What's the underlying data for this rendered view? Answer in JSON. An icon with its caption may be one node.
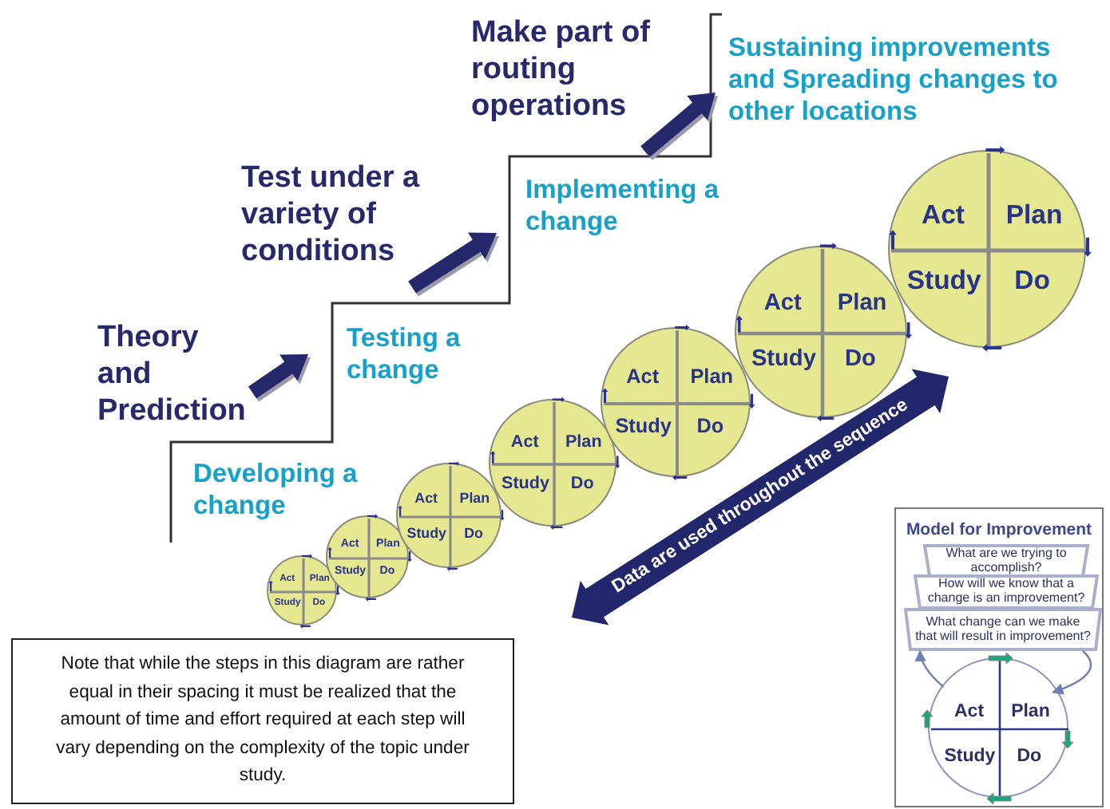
{
  "diagram": {
    "nodes": [
      {
        "text": [
          "Act",
          "Plan",
          "Study",
          "Do"
        ]
      },
      {
        "text": [
          "Act",
          "Plan",
          "Study",
          "Do"
        ]
      },
      {
        "text": [
          "Act",
          "Plan",
          "Study",
          "Do"
        ]
      },
      {
        "text": [
          "Act",
          "Plan",
          "Study",
          "Do"
        ]
      },
      {
        "text": [
          "Act",
          "Plan",
          "Study",
          "Do"
        ]
      },
      {
        "text": [
          "Act",
          "Plan",
          "Study",
          "Do"
        ]
      },
      {
        "text": [
          "Act",
          "Plan",
          "Study",
          "Do"
        ]
      },
      {
        "text": [
          "Note that while the steps in this diagram are rather equal in their spacing it must be realized that the amount of time and effort required at each step will vary depending on the complexity of the topic under study."
        ]
      },
      {
        "text": [
          "Model for Improvement"
        ]
      },
      {
        "text": [
          "What are we trying to accomplish?"
        ],
        "in": 8
      },
      {
        "text": [
          "How will we know that a change is an improvement?"
        ],
        "in": 8
      },
      {
        "text": [
          "What change can we make that will result in improvement?"
        ],
        "in": 8
      },
      {
        "text": [
          "Act",
          "Plan",
          "Study",
          "Do"
        ],
        "in": 8
      }
    ],
    "edges": [
      {
        "from": 12,
        "to": 11,
        "arrow": "to"
      },
      {
        "from": 11,
        "to": 12,
        "arrow": "to"
      }
    ],
    "labels": [
      "Make part of routing operations",
      "Sustaining improvements and Spreading changes to other locations",
      "Test under a variety of conditions",
      "Implementing a change",
      "Theory and Prediction",
      "Testing a change",
      "Developing a change",
      "Data are used throughout the sequence"
    ]
  }
}
